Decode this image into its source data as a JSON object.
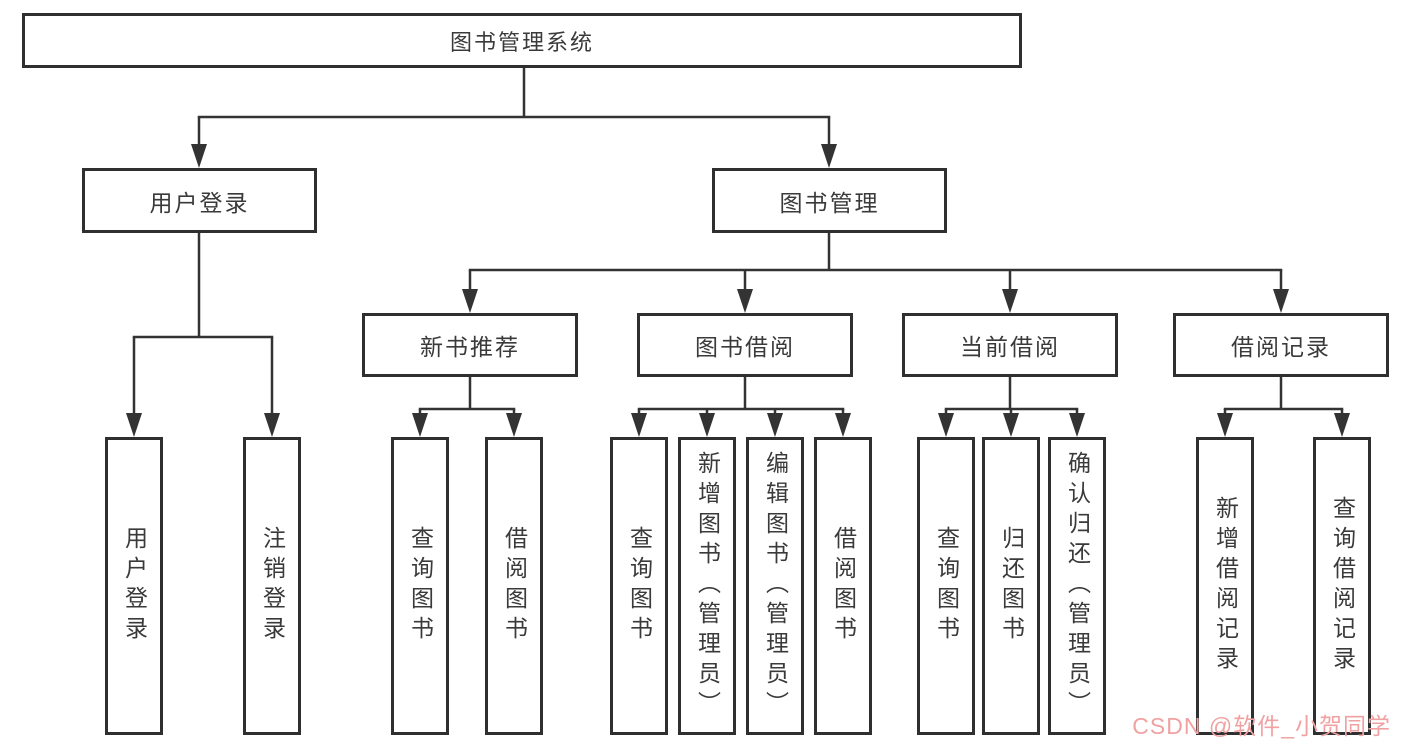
{
  "tree": {
    "root": "图书管理系统",
    "branches": [
      {
        "label": "用户登录",
        "children": [
          "用户登录",
          "注销登录"
        ]
      },
      {
        "label": "图书管理",
        "children": [
          {
            "label": "新书推荐",
            "children": [
              "查询图书",
              "借阅图书"
            ]
          },
          {
            "label": "图书借阅",
            "children": [
              "查询图书",
              "新增图书（管理员）",
              "编辑图书（管理员）",
              "借阅图书"
            ]
          },
          {
            "label": "当前借阅",
            "children": [
              "查询图书",
              "归还图书",
              "确认归还（管理员）"
            ]
          },
          {
            "label": "借阅记录",
            "children": [
              "新增借阅记录",
              "查询借阅记录"
            ]
          }
        ]
      }
    ]
  },
  "watermark": {
    "text": "CSDN @软件_小贺同学"
  },
  "colors": {
    "line": "#333333",
    "box_border": "#2f2f2f",
    "box_background": "#ffffff",
    "label_text": "#3a3a3a",
    "watermark_text": "#f0a2a2",
    "page_background": "#ffffff"
  }
}
